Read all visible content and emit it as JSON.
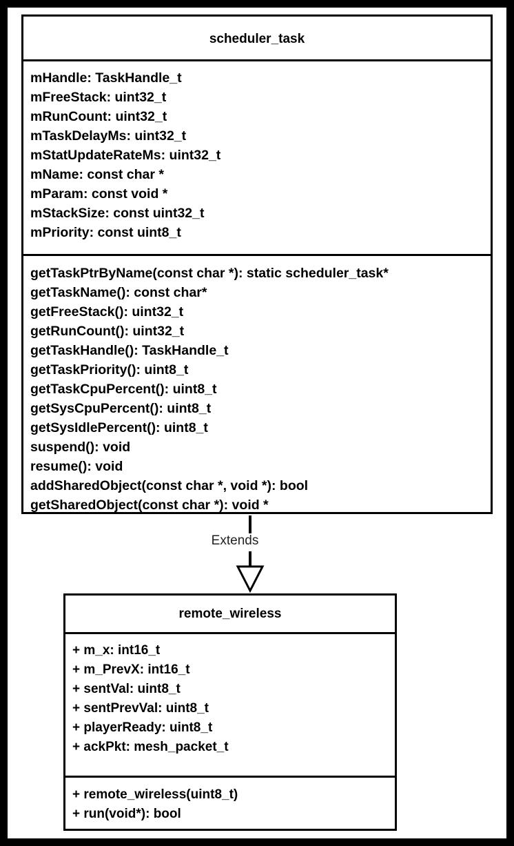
{
  "scheduler_task": {
    "name": "scheduler_task",
    "attributes": [
      "mHandle: TaskHandle_t",
      "mFreeStack: uint32_t",
      "mRunCount: uint32_t",
      "mTaskDelayMs: uint32_t",
      "mStatUpdateRateMs: uint32_t",
      "mName: const char *",
      "mParam: const void *",
      "mStackSize: const uint32_t",
      "mPriority: const uint8_t"
    ],
    "methods": [
      "getTaskPtrByName(const char *): static scheduler_task*",
      "getTaskName(): const char*",
      "getFreeStack(): uint32_t",
      "getRunCount(): uint32_t",
      "getTaskHandle(): TaskHandle_t",
      "getTaskPriority(): uint8_t",
      "getTaskCpuPercent(): uint8_t",
      "getSysCpuPercent(): uint8_t",
      "getSysIdlePercent(): uint8_t",
      "suspend(): void",
      "resume(): void",
      "addSharedObject(const char *, void *): bool",
      "getSharedObject(const char *): void *"
    ]
  },
  "relationship": {
    "label": "Extends"
  },
  "remote_wireless": {
    "name": "remote_wireless",
    "attributes": [
      "+ m_x: int16_t",
      "+ m_PrevX: int16_t",
      "+ sentVal: uint8_t",
      "+ sentPrevVal: uint8_t",
      "+ playerReady: uint8_t",
      "+ ackPkt: mesh_packet_t"
    ],
    "methods": [
      "+ remote_wireless(uint8_t)",
      "+ run(void*): bool"
    ]
  }
}
